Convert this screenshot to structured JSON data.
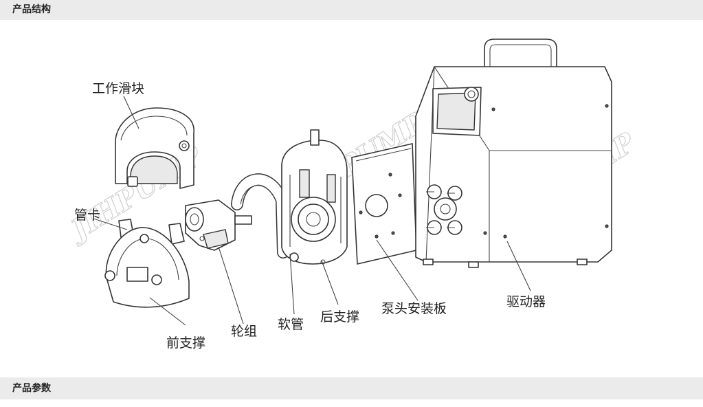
{
  "sections": {
    "structure_title": "产品结构",
    "params_title": "产品参数"
  },
  "watermark": "JIHPUMP",
  "labels": {
    "work_slider": "工作滑块",
    "tube_clip": "管卡",
    "front_support": "前支撑",
    "rotor": "轮组",
    "tubing": "软管",
    "rear_support": "后支撑",
    "mount_plate": "泵头安装板",
    "driver": "驱动器"
  }
}
